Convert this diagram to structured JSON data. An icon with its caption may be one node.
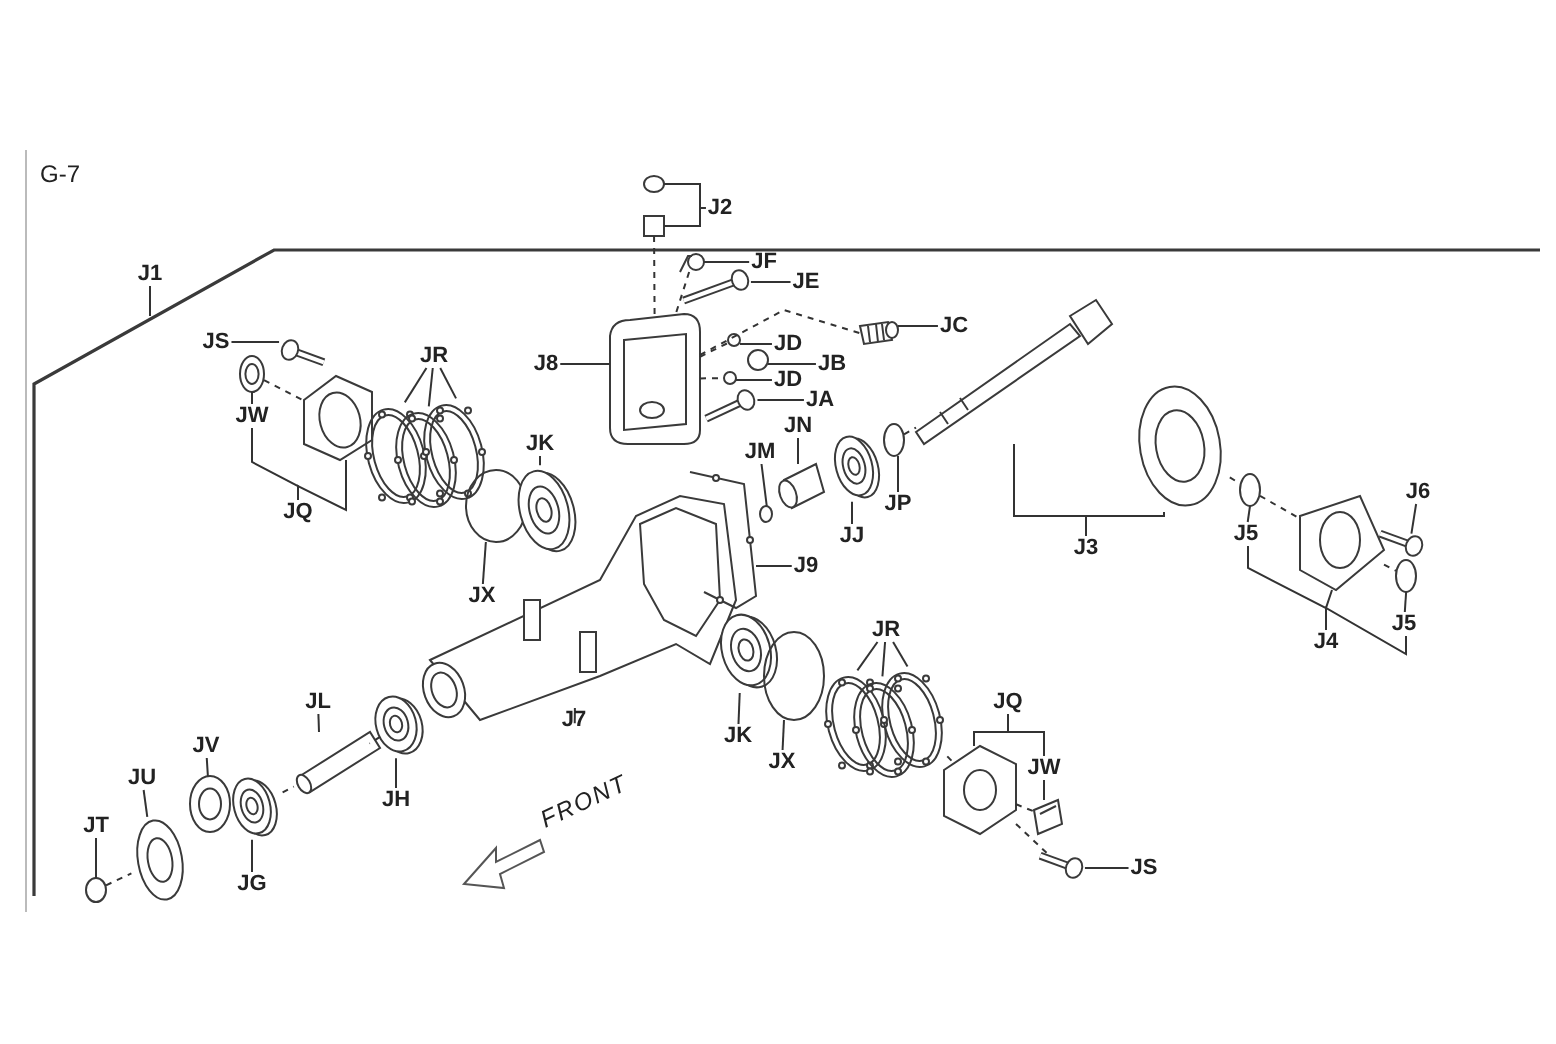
{
  "diagram": {
    "nodes": [
      {
        "text": [
          "J2"
        ]
      },
      {
        "text": [
          "JF"
        ]
      },
      {
        "text": [
          "J1"
        ]
      },
      {
        "text": [
          "JE"
        ]
      },
      {
        "text": [
          "JC"
        ]
      },
      {
        "text": [
          "JS"
        ]
      },
      {
        "text": [
          "JD"
        ]
      },
      {
        "text": [
          "JR"
        ]
      },
      {
        "text": [
          "J8"
        ]
      },
      {
        "text": [
          "JB"
        ]
      },
      {
        "text": [
          "JD"
        ]
      },
      {
        "text": [
          "JA"
        ]
      },
      {
        "text": [
          "JW"
        ]
      },
      {
        "text": [
          "JN"
        ]
      },
      {
        "text": [
          "JK"
        ]
      },
      {
        "text": [
          "JM"
        ]
      },
      {
        "text": [
          "J6"
        ]
      },
      {
        "text": [
          "JP"
        ]
      },
      {
        "text": [
          "JQ"
        ]
      },
      {
        "text": [
          "J5"
        ]
      },
      {
        "text": [
          "JJ"
        ]
      },
      {
        "text": [
          "J3"
        ]
      },
      {
        "text": [
          "J9"
        ]
      },
      {
        "text": [
          "JX"
        ]
      },
      {
        "text": [
          "J5"
        ]
      },
      {
        "text": [
          "JR"
        ]
      },
      {
        "text": [
          "J4"
        ]
      },
      {
        "text": [
          "JQ"
        ]
      },
      {
        "text": [
          "JL"
        ]
      },
      {
        "text": [
          "J7"
        ]
      },
      {
        "text": [
          "JK"
        ]
      },
      {
        "text": [
          "JV"
        ]
      },
      {
        "text": [
          "JX"
        ]
      },
      {
        "text": [
          "JW"
        ]
      },
      {
        "text": [
          "JU"
        ]
      },
      {
        "text": [
          "JH"
        ]
      },
      {
        "text": [
          "JT"
        ]
      },
      {
        "text": [
          "JS"
        ]
      },
      {
        "text": [
          "JG"
        ]
      },
      {
        "text": [],
        "shape": "circle"
      },
      {
        "text": [],
        "shape": "picture"
      },
      {
        "text": [],
        "shape": "picture"
      },
      {
        "text": [],
        "shape": "picture"
      },
      {
        "text": [],
        "shape": "picture"
      },
      {
        "text": [],
        "shape": "picture"
      },
      {
        "text": [],
        "shape": "picture"
      },
      {
        "text": [],
        "shape": "picture"
      },
      {
        "text": [],
        "shape": "picture"
      },
      {
        "text": [],
        "shape": "picture"
      },
      {
        "text": [],
        "shape": "picture"
      },
      {
        "text": [],
        "shape": "picture"
      },
      {
        "text": [],
        "shape": "circle"
      },
      {
        "text": [],
        "shape": "picture"
      },
      {
        "text": [],
        "shape": "picture"
      },
      {
        "text": [],
        "shape": "picture"
      },
      {
        "text": [],
        "shape": "circle"
      },
      {
        "text": [],
        "shape": "box"
      },
      {
        "text": [],
        "shape": "picture"
      },
      {
        "text": [],
        "shape": "picture"
      },
      {
        "text": [],
        "shape": "picture"
      },
      {
        "text": [],
        "shape": "circle"
      },
      {
        "text": [],
        "shape": "circle"
      },
      {
        "text": [],
        "shape": "picture"
      },
      {
        "text": [],
        "shape": "picture"
      },
      {
        "text": [],
        "shape": "circle"
      },
      {
        "text": [],
        "shape": "circle"
      },
      {
        "text": [],
        "shape": "circle"
      },
      {
        "text": [],
        "shape": "picture"
      },
      {
        "text": [],
        "shape": "picture"
      },
      {
        "text": [],
        "shape": "picture"
      },
      {
        "text": [],
        "shape": "picture"
      },
      {
        "text": [],
        "shape": "picture"
      },
      {
        "text": [],
        "shape": "picture"
      },
      {
        "text": [],
        "shape": "circle"
      },
      {
        "text": [],
        "shape": "picture"
      },
      {
        "text": [],
        "shape": "picture"
      },
      {
        "text": [],
        "shape": "picture"
      },
      {
        "text": [],
        "shape": "picture"
      },
      {
        "text": [],
        "shape": "picture"
      },
      {
        "text": [],
        "shape": "circle"
      },
      {
        "text": [],
        "shape": "picture"
      },
      {
        "text": [],
        "shape": "circle"
      },
      {
        "text": [],
        "shape": "picture"
      }
    ],
    "edges": [
      {
        "from": 0,
        "to": 55,
        "arrow": "none"
      },
      {
        "from": 0,
        "to": 56,
        "arrow": "none"
      },
      {
        "from": 1,
        "to": 58,
        "arrow": "none"
      },
      {
        "from": 2,
        "to": null,
        "arrow": "none"
      },
      {
        "from": 3,
        "to": 57,
        "arrow": "none"
      },
      {
        "from": 4,
        "to": 72,
        "arrow": "none"
      },
      {
        "from": 5,
        "to": 44,
        "arrow": "none"
      },
      {
        "from": 6,
        "to": 60,
        "arrow": "none"
      },
      {
        "from": 7,
        "to": 48,
        "arrow": "none"
      },
      {
        "from": 7,
        "to": 49,
        "arrow": "none"
      },
      {
        "from": 7,
        "to": 50,
        "arrow": "none"
      },
      {
        "from": 8,
        "to": 54,
        "arrow": "none"
      },
      {
        "from": 9,
        "to": 65,
        "arrow": "none"
      },
      {
        "from": 10,
        "to": 61,
        "arrow": "none"
      },
      {
        "from": 11,
        "to": 62,
        "arrow": "none"
      },
      {
        "from": 12,
        "to": 42,
        "arrow": "none"
      },
      {
        "from": 13,
        "to": 67,
        "arrow": "none"
      },
      {
        "from": 14,
        "to": 52,
        "arrow": "none"
      },
      {
        "from": 15,
        "to": 64,
        "arrow": "none"
      },
      {
        "from": 16,
        "to": 82,
        "arrow": "none"
      },
      {
        "from": 17,
        "to": 73,
        "arrow": "none"
      },
      {
        "from": 18,
        "to": 12,
        "arrow": "none"
      },
      {
        "from": 18,
        "to": 46,
        "arrow": "none"
      },
      {
        "from": 19,
        "to": 79,
        "arrow": "none"
      },
      {
        "from": 20,
        "to": 71,
        "arrow": "none"
      },
      {
        "from": 21,
        "to": 74,
        "arrow": "none"
      },
      {
        "from": 21,
        "to": 78,
        "arrow": "none"
      },
      {
        "from": 22,
        "to": 59,
        "arrow": "none"
      },
      {
        "from": 23,
        "to": 51,
        "arrow": "none"
      },
      {
        "from": 24,
        "to": 81,
        "arrow": "none"
      },
      {
        "from": 26,
        "to": 19,
        "arrow": "none"
      },
      {
        "from": 26,
        "to": 80,
        "arrow": "none"
      },
      {
        "from": 26,
        "to": 24,
        "arrow": "none"
      },
      {
        "from": 25,
        "to": 68,
        "arrow": "none"
      },
      {
        "from": 25,
        "to": 69,
        "arrow": "none"
      },
      {
        "from": 25,
        "to": 70,
        "arrow": "none"
      },
      {
        "from": 27,
        "to": 75,
        "arrow": "none"
      },
      {
        "from": 27,
        "to": 33,
        "arrow": "none"
      },
      {
        "from": 28,
        "to": 45,
        "arrow": "none"
      },
      {
        "from": 29,
        "to": 53,
        "arrow": "none"
      },
      {
        "from": 30,
        "to": 63,
        "arrow": "none"
      },
      {
        "from": 31,
        "to": 41,
        "arrow": "none"
      },
      {
        "from": 32,
        "to": 66,
        "arrow": "none"
      },
      {
        "from": 33,
        "to": 76,
        "arrow": "none"
      },
      {
        "from": 34,
        "to": 40,
        "arrow": "none"
      },
      {
        "from": 35,
        "to": 47,
        "arrow": "none"
      },
      {
        "from": 36,
        "to": 39,
        "arrow": "none"
      },
      {
        "from": 37,
        "to": 77,
        "arrow": "none"
      },
      {
        "from": 38,
        "to": 43,
        "arrow": "none"
      },
      {
        "from": 39,
        "to": 40,
        "arrow": "none",
        "style": "dashed"
      },
      {
        "from": 43,
        "to": 45,
        "arrow": "none",
        "style": "dashed"
      },
      {
        "from": 45,
        "to": 47,
        "arrow": "none",
        "style": "dashed"
      },
      {
        "from": 42,
        "to": 46,
        "arrow": "none",
        "style": "dashed"
      },
      {
        "from": 56,
        "to": 54,
        "arrow": "none",
        "style": "dashed"
      },
      {
        "from": 58,
        "to": 54,
        "arrow": "none",
        "style": "dashed"
      },
      {
        "from": 54,
        "to": 72,
        "arrow": "none",
        "style": "dashed"
      },
      {
        "from": 54,
        "to": 60,
        "arrow": "none",
        "style": "dashed"
      },
      {
        "from": 54,
        "to": 61,
        "arrow": "none",
        "style": "dashed"
      },
      {
        "from": 73,
        "to": 74,
        "arrow": "none",
        "style": "dashed"
      },
      {
        "from": 78,
        "to": 79,
        "arrow": "none",
        "style": "dashed"
      },
      {
        "from": 79,
        "to": 80,
        "arrow": "none",
        "style": "dashed"
      },
      {
        "from": 80,
        "to": 81,
        "arrow": "none",
        "style": "dashed"
      },
      {
        "from": 70,
        "to": 75,
        "arrow": "none",
        "style": "dashed"
      },
      {
        "from": 75,
        "to": 76,
        "arrow": "none",
        "style": "dashed"
      },
      {
        "from": 75,
        "to": 77,
        "arrow": "none",
        "style": "dashed"
      }
    ],
    "labels": [
      "G-7",
      "FRONT"
    ]
  }
}
